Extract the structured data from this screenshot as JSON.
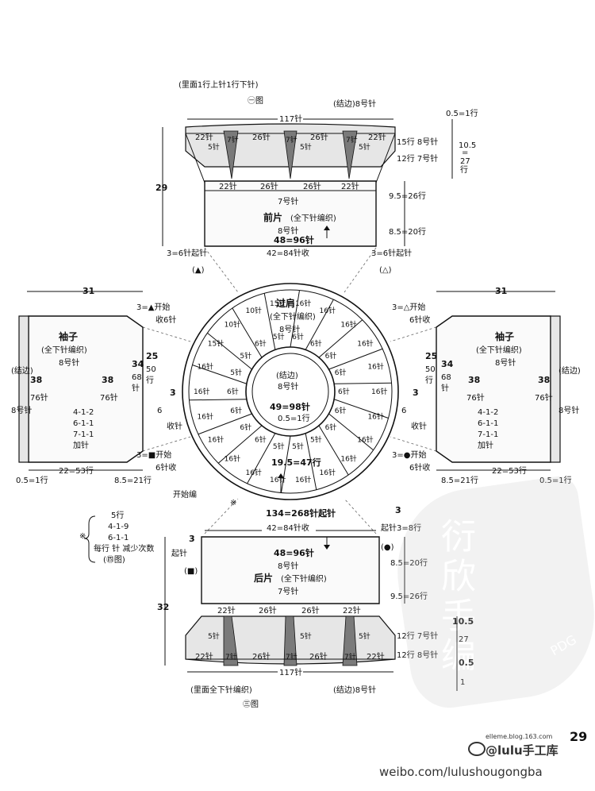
{
  "top": {
    "note_top": "(里面1行上针1行下针)",
    "fig_top": "㊀图",
    "selvedge": "(结边)8号针",
    "st117": "117针",
    "row05": "0.5=1行",
    "n22a": "22针",
    "n26a": "26针",
    "n26b": "26针",
    "n22b": "22针",
    "n7a": "7针",
    "n7b": "7针",
    "n7c": "7针",
    "n5a": "5针",
    "n5b": "5针",
    "n5c": "5针",
    "r15": "15行 8号针",
    "r12": "12行 7号针",
    "h29": "29",
    "m22a": "22针",
    "m26a": "26针",
    "m26b": "26针",
    "m22b": "22针",
    "needle7": "7号针",
    "title": "前片",
    "sub": "(全下针编织)",
    "needle8": "8号针",
    "sts96": "48=96针",
    "bind": "42=84针收",
    "cast_l": "3=6针起针",
    "cast_r": "3=6针起针",
    "mark_l": "(▲)",
    "mark_r": "(△)",
    "v26": "9.5=26行",
    "v20": "8.5=20行",
    "v105a": "10.5",
    "v105b": "=",
    "v105c": "27",
    "v105d": "行"
  },
  "yoke": {
    "title": "过肩",
    "sub": "(全下针编织)",
    "needle": "8号针",
    "center": "(结边)",
    "center_needle": "8号针",
    "sts98": "49=98针",
    "row1": "0.5=1行",
    "sts47": "19.5=47行",
    "start": "开始编",
    "mark": "※",
    "cast": "134=268针起针",
    "outer_labels": [
      "16针",
      "16针",
      "16针",
      "16针",
      "16针",
      "16针",
      "16针",
      "16针",
      "16针",
      "16针",
      "16针",
      "16针",
      "16针",
      "16针",
      "16针",
      "16针",
      "16针",
      "16针",
      "15针",
      "10针",
      "10针",
      "15针"
    ],
    "inner_labels": [
      "6针",
      "6针",
      "6针",
      "6针",
      "6针",
      "6针",
      "6针",
      "5针",
      "5针",
      "5针",
      "6针",
      "6针",
      "6针",
      "6针",
      "5针",
      "5针",
      "6针",
      "5针"
    ]
  },
  "sleeve_left": {
    "w31": "31",
    "title": "袖子",
    "sub": "(全下针编织)",
    "needle": "8号针",
    "edge": "(结边)",
    "edge_needle": "8号针",
    "h38": "38",
    "h76": "=",
    "st76": "76针",
    "inner38": "38",
    "inner76": "76针",
    "v25": "25",
    "v50": "50",
    "v50b": "行",
    "v34": "34",
    "v68": "68",
    "v68b": "针",
    "inc1": "4-1-2",
    "inc2": "6-1-1",
    "inc3": "7-1-1",
    "inc4": "加针",
    "start_a": "3=▲开始",
    "start_a2": "收6针",
    "start_b": "3=■开始",
    "start_b2": "6针收",
    "mid3": "3",
    "mid6": "6",
    "mid_note": "收针",
    "w22": "22=53行",
    "w05": "0.5=1行",
    "w85": "8.5=21行"
  },
  "sleeve_right": {
    "w31": "31",
    "title": "袖子",
    "sub": "(全下针编织)",
    "needle": "8号针",
    "edge": "(结边)",
    "edge_needle": "8号针",
    "h38": "38",
    "st76": "76针",
    "inner38": "38",
    "inner76": "76针",
    "v25": "25",
    "v50": "50",
    "v50b": "行",
    "v34": "34",
    "v68": "68",
    "v68b": "针",
    "inc1": "4-1-2",
    "inc2": "6-1-1",
    "inc3": "7-1-1",
    "inc4": "加针",
    "start_a": "3=△开始",
    "start_a2": "6针收",
    "start_b": "3=●开始",
    "start_b2": "6针收",
    "mid3": "3",
    "mid6": "6",
    "mid_note": "收针",
    "w22": "22=53行",
    "w05": "0.5=1行",
    "w85": "8.5=21行"
  },
  "notes": {
    "mark": "※",
    "r1": "5行",
    "r2": "4-1-9",
    "r3": "6-1-1",
    "r4": "每行 针 减少次数",
    "r5": "(㊃图)"
  },
  "bottom": {
    "bind": "42=84针收",
    "cast_l": "3",
    "cast_l2": "起针",
    "cast_r": "3",
    "cast_r2": "起针",
    "mark_l": "(■)",
    "mark_r": "(●)",
    "sts96": "48=96针",
    "needle8": "8号针",
    "title": "后片",
    "sub": "(全下针编织)",
    "needle7": "7号针",
    "h32": "32",
    "v8": "3=8行",
    "v20": "8.5=20行",
    "v26": "9.5=26行",
    "m22a": "22针",
    "m26a": "26针",
    "m26b": "26针",
    "m22b": "22针",
    "n5a": "5针",
    "n5b": "5针",
    "n5c": "5针",
    "n7a": "7针",
    "n7b": "7针",
    "n7c": "7针",
    "b22a": "22针",
    "b26a": "26针",
    "b26b": "26针",
    "b22b": "22针",
    "r12": "12行 7号针",
    "r8": "12行 8号针",
    "st117": "117针",
    "selvedge": "(结边)8号针",
    "note": "(里面全下针编织)",
    "fig": "㊂图",
    "v105": "10.5",
    "v27": "27",
    "v05": "0.5",
    "v1": "1"
  },
  "footer": {
    "page": "29",
    "credit": "elleme.blog.163.com",
    "handle": "@lulu手工库",
    "url": "weibo.com/lulushougongba",
    "stamp": "衍欣手编",
    "pdg": "PDG"
  }
}
